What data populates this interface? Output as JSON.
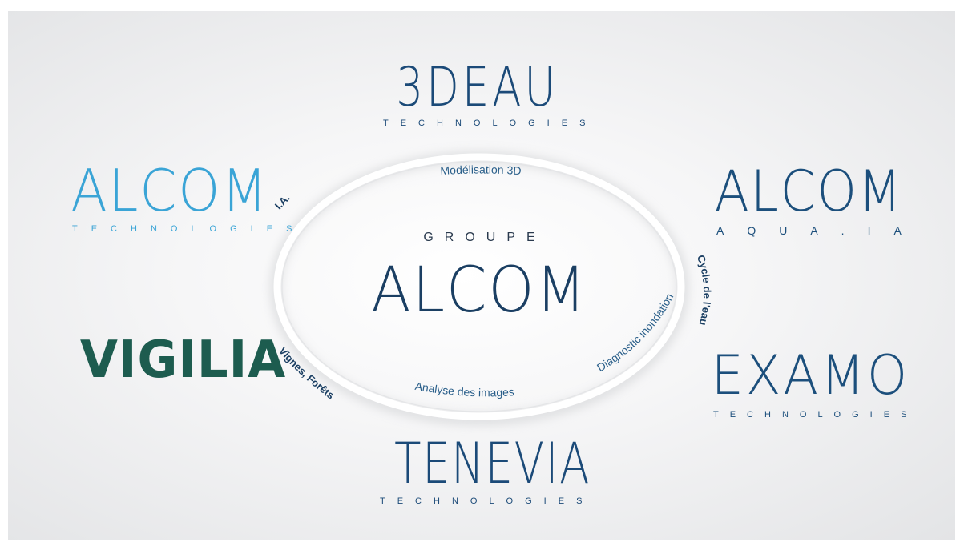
{
  "center": {
    "top_label": "GROUPE",
    "name": "ALCOM"
  },
  "logos": {
    "deau": {
      "name": "3DEAU",
      "subtitle": "TECHNOLOGIES"
    },
    "alcom_tech": {
      "name": "ALCOM",
      "subtitle": "TECHNOLOGIES"
    },
    "alcom_aqua": {
      "name": "ALCOM",
      "subtitle": "AQUA.IA"
    },
    "vigilia": {
      "name": "VIGILIA"
    },
    "examo": {
      "name": "EXAMO",
      "subtitle": "TECHNOLOGIES"
    },
    "tenevia": {
      "name": "TENEVIA",
      "subtitle": "TECHNOLOGIES"
    }
  },
  "ring_labels": {
    "top": "Modélisation 3D",
    "bottom_right": "Diagnostic inondation",
    "bottom": "Analyse des images"
  },
  "side_labels": {
    "ia": "I.A.",
    "cycle": "Cycle de l'eau",
    "vignes": "Vignes, Forêts"
  },
  "colors": {
    "dark_blue": "#1b4a78",
    "light_blue": "#3aa4d6",
    "green": "#1d5c4f",
    "background": "#f2f2f3"
  }
}
